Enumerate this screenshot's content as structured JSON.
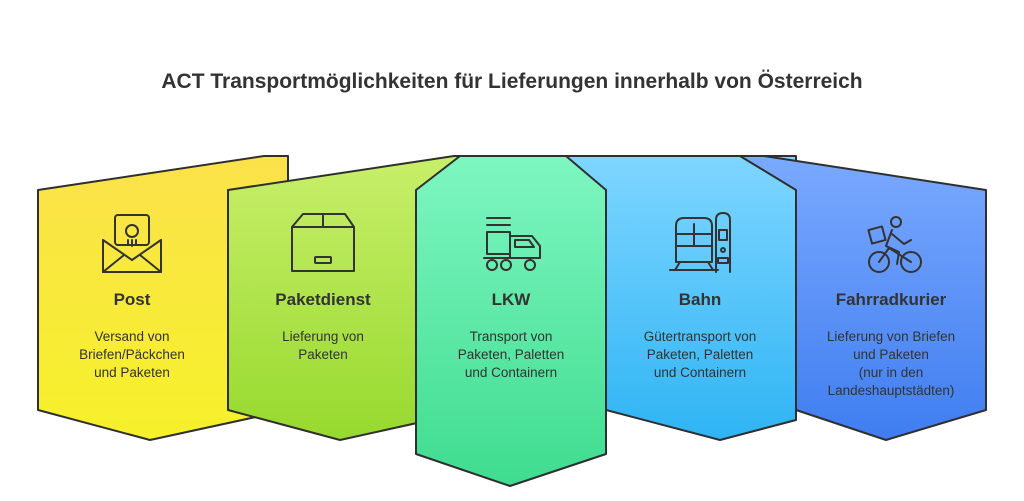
{
  "title": "ACT Transportmöglichkeiten für Lieferungen innerhalb von Österreich",
  "options": [
    {
      "id": "post",
      "title": "Post",
      "description": "Versand von\nBriefen/Päckchen\nund Paketen",
      "icon": "envelope-icon",
      "color_top": "#fbe24b",
      "color_bottom": "#f6f12a"
    },
    {
      "id": "paketdienst",
      "title": "Paketdienst",
      "description": "Lieferung von\nPaketen",
      "icon": "box-icon",
      "color_top": "#c8ef6a",
      "color_bottom": "#97d92e"
    },
    {
      "id": "lkw",
      "title": "LKW",
      "description": "Transport von\nPaketen, Paletten\nund Containern",
      "icon": "truck-icon",
      "color_top": "#7ef6c1",
      "color_bottom": "#3fdc8f"
    },
    {
      "id": "bahn",
      "title": "Bahn",
      "description": "Gütertransport von\nPaketen, Paletten\nund Containern",
      "icon": "train-icon",
      "color_top": "#7ed6ff",
      "color_bottom": "#2fb4f4"
    },
    {
      "id": "fahrradkurier",
      "title": "Fahrradkurier",
      "description": "Lieferung von Briefen\nund Paketen\n(nur in den\nLandeshauptstädten)",
      "icon": "bicycle-courier-icon",
      "color_top": "#7aa9ff",
      "color_bottom": "#3f7df0"
    }
  ]
}
